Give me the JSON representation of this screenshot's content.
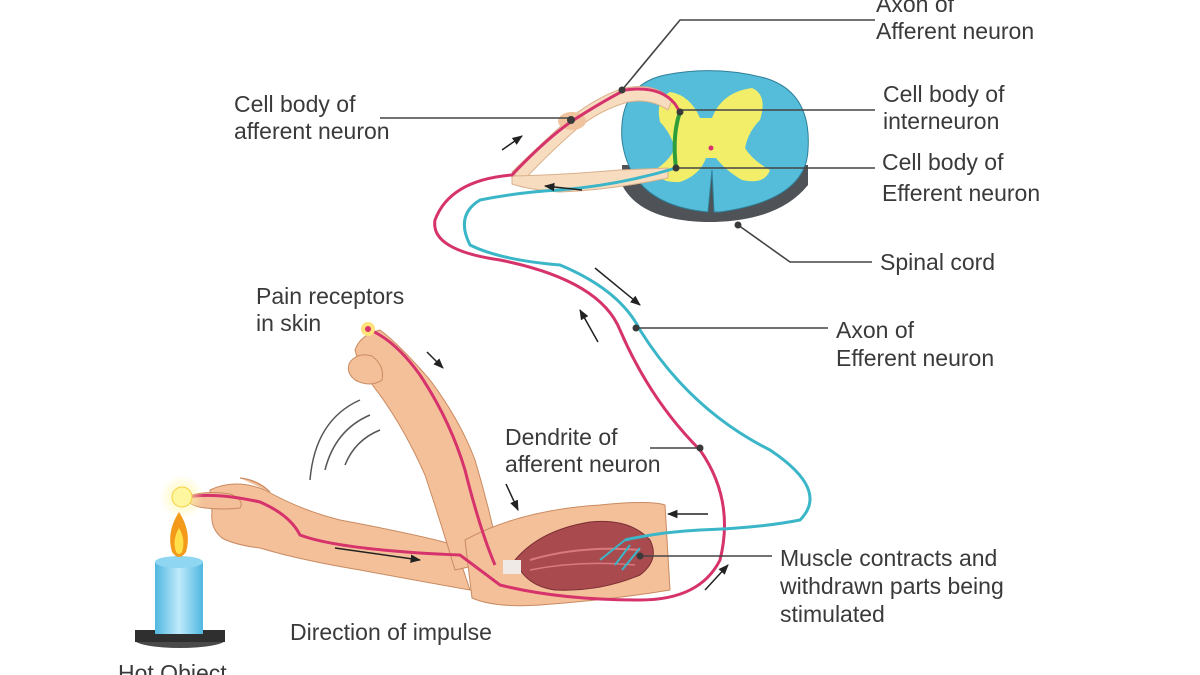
{
  "labels": {
    "axon_afferent": [
      "Axon of",
      "Afferent neuron"
    ],
    "cell_body_afferent": [
      "Cell body of",
      "afferent neuron"
    ],
    "cell_body_interneuron": [
      "Cell body of",
      "interneuron"
    ],
    "cell_body_efferent": [
      "Cell body of",
      "Efferent neuron"
    ],
    "spinal_cord": "Spinal cord",
    "pain_receptors": [
      "Pain receptors",
      "in skin"
    ],
    "axon_efferent": [
      "Axon of",
      "Efferent neuron"
    ],
    "dendrite_afferent": [
      "Dendrite of",
      "afferent neuron"
    ],
    "muscle": [
      "Muscle contracts and",
      "withdrawn parts being",
      "stimulated"
    ],
    "direction": "Direction of impulse",
    "hot_object": "Hot Object"
  },
  "colors": {
    "afferent_neuron": "#d6336c",
    "efferent_neuron": "#3bb6c8",
    "interneuron": "#2e9e3a",
    "grey_matter": "#f3ee6a",
    "white_matter": "#55bcd9",
    "skin": "#f4c09a",
    "muscle": "#a84a4e",
    "candle": "#7fd3f0",
    "flame": "#f39a1a"
  },
  "icons": {
    "spinal_cord": "spinal-cord-cross-section",
    "arm": "human-arm",
    "candle": "lit-candle"
  }
}
